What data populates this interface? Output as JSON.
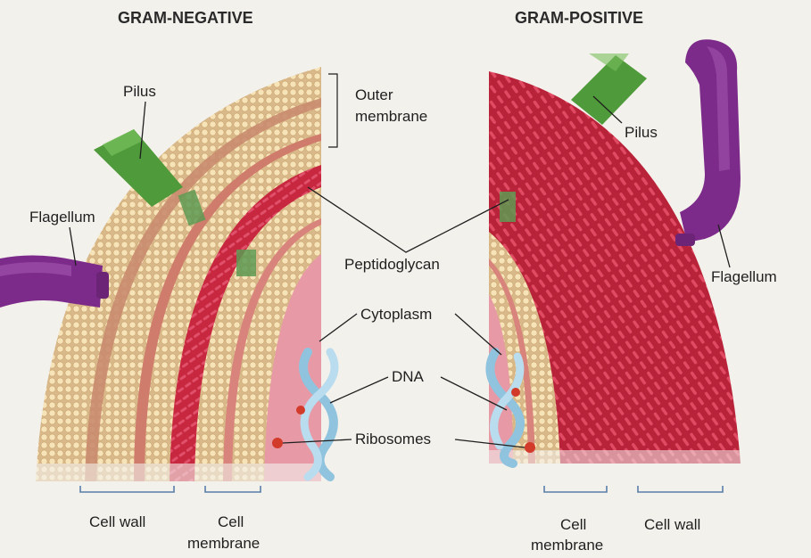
{
  "titles": {
    "left": "GRAM-NEGATIVE",
    "right": "GRAM-POSITIVE"
  },
  "labels": {
    "pilus_left": "Pilus",
    "outer_membrane_line1": "Outer",
    "outer_membrane_line2": "membrane",
    "flagellum_left": "Flagellum",
    "peptidoglycan": "Peptidoglycan",
    "cytoplasm": "Cytoplasm",
    "dna": "DNA",
    "ribosomes": "Ribosomes",
    "pilus_right": "Pilus",
    "flagellum_right": "Flagellum",
    "cell_wall_left": "Cell wall",
    "cell_membrane_left_line1": "Cell",
    "cell_membrane_left_line2": "membrane",
    "cell_membrane_right_line1": "Cell",
    "cell_membrane_right_line2": "membrane",
    "cell_wall_right": "Cell wall"
  },
  "colors": {
    "background": "#f3f1ec",
    "cytoplasm": "#e79aa6",
    "membrane_bead": "#f2dcb0",
    "peptidoglycan": "#c8283f",
    "pilus": "#4f9a3a",
    "flagellum": "#7d2b8a",
    "dna": "#8fc3de",
    "ribosome": "#d23a2a",
    "bracket": "#5a7da8"
  }
}
